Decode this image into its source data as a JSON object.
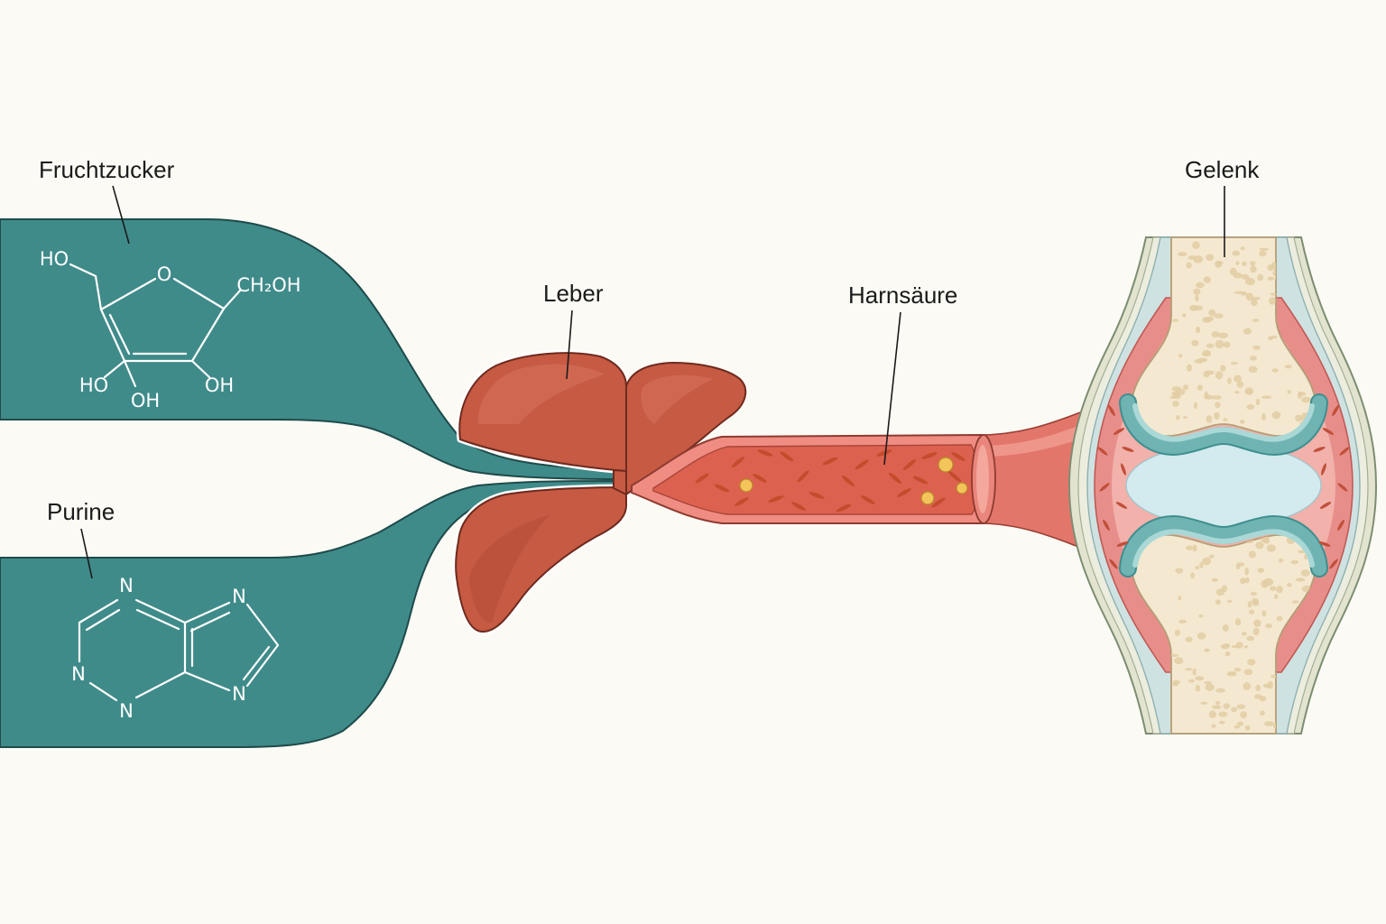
{
  "diagram": {
    "labels": {
      "fructose": "Fruchtzucker",
      "purines": "Purine",
      "liver": "Leber",
      "uric_acid": "Harnsäure",
      "joint": "Gelenk"
    },
    "fructose_structure": {
      "ho_top": "HO",
      "ring_oxygen": "O",
      "ch2oh": "CH₂OH",
      "ho_left": "HO",
      "oh_bottom": "OH",
      "oh_right": "OH"
    },
    "purine_structure": {
      "n_top": "N",
      "n_right": "N",
      "n_left": "N",
      "n_bottom": "N",
      "n_bottom_right": "N"
    }
  },
  "colors": {
    "background": "#fbfaf4",
    "pathway": "#3f8b8a",
    "liver": "#c65a43",
    "vessel": "#e3766b",
    "uric_acid_crystal": "#c44b2c",
    "uric_acid_particle": "#f2c45a",
    "bone": "#f4e8d0",
    "cartilage": "#6fb4b3",
    "synovial_capsule": "#e88e8a"
  }
}
